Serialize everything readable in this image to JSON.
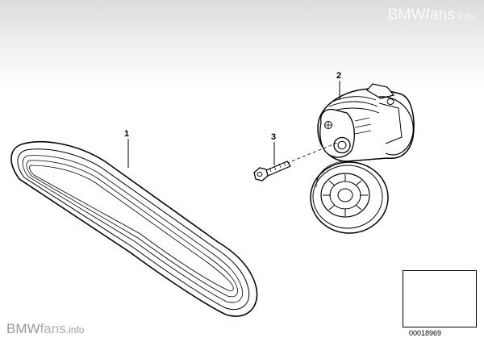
{
  "watermark": {
    "top_brand": "BMWfans",
    "top_suffix": ".info",
    "bottom_brand_a": "BMW",
    "bottom_brand_b": "fans",
    "bottom_suffix": ".info"
  },
  "parts": [
    {
      "number": "1"
    },
    {
      "number": "2"
    },
    {
      "number": "3"
    }
  ],
  "diagram_number": "00018969"
}
